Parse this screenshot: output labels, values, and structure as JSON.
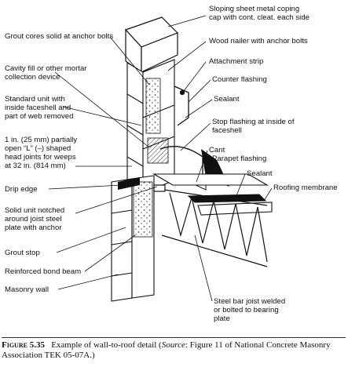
{
  "labels": {
    "coping": "Sloping sheet metal coping\ncap with cont. cleat. each side",
    "grout_cores": "Grout cores solid at anchor bolts",
    "wood_nailer": "Wood nailer with anchor bolts",
    "cavity_fill": "Cavity fill or other mortar\ncollection device",
    "attachment_strip": "Attachment strip",
    "counter_flashing": "Counter flashing",
    "standard_unit": "Standard unit with\ninside faceshell and\npart of web removed",
    "sealant_upper": "Sealant",
    "stop_flashing": "Stop flashing at inside of\nfaceshell",
    "weeps": "1 in. (25 mm) partially\nopen “L” (–) shaped\nhead joints for weeps\nat 32 in. (814 mm)",
    "cant": "Cant",
    "parapet_flashing": "Parapet flashing",
    "sealant_lower": "Sealant",
    "drip_edge": "Drip edge",
    "roofing_membrane": "Roofing membrane",
    "solid_unit": "Solid unit notched\naround joist steel\nplate with anchor",
    "grout_stop": "Grout stop",
    "bond_beam": "Reinforced bond beam",
    "masonry_wall": "Masonry wall",
    "steel_joist": "Steel bar joist welded\nor bolted to bearing\nplate"
  },
  "caption": {
    "figure": "Figure 5.35",
    "text_before": "Example of wall-to-roof detail (",
    "source_label": "Source",
    "text_after": ": Figure 11 of National Concrete Masonry Association TEK 05-07A.)"
  }
}
